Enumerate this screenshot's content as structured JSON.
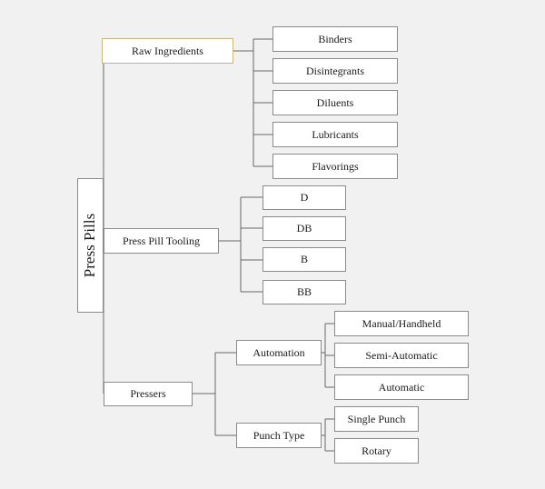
{
  "diagram": {
    "root": "Press Pills",
    "raw_ingredients": {
      "label": "Raw Ingredients",
      "children": [
        "Binders",
        "Disintegrants",
        "Diluents",
        "Lubricants",
        "Flavorings"
      ]
    },
    "tooling": {
      "label": "Press Pill Tooling",
      "children": [
        "D",
        "DB",
        "B",
        "BB"
      ]
    },
    "pressers": {
      "label": "Pressers",
      "automation": {
        "label": "Automation",
        "children": [
          "Manual/Handheld",
          "Semi-Automatic",
          "Automatic"
        ]
      },
      "punch_type": {
        "label": "Punch Type",
        "children": [
          "Single Punch",
          "Rotary"
        ]
      }
    }
  },
  "colors": {
    "background": "#f1f1f1",
    "box_border": "#8a8a8a",
    "highlight_border": "#c9b679",
    "line": "#666666"
  }
}
